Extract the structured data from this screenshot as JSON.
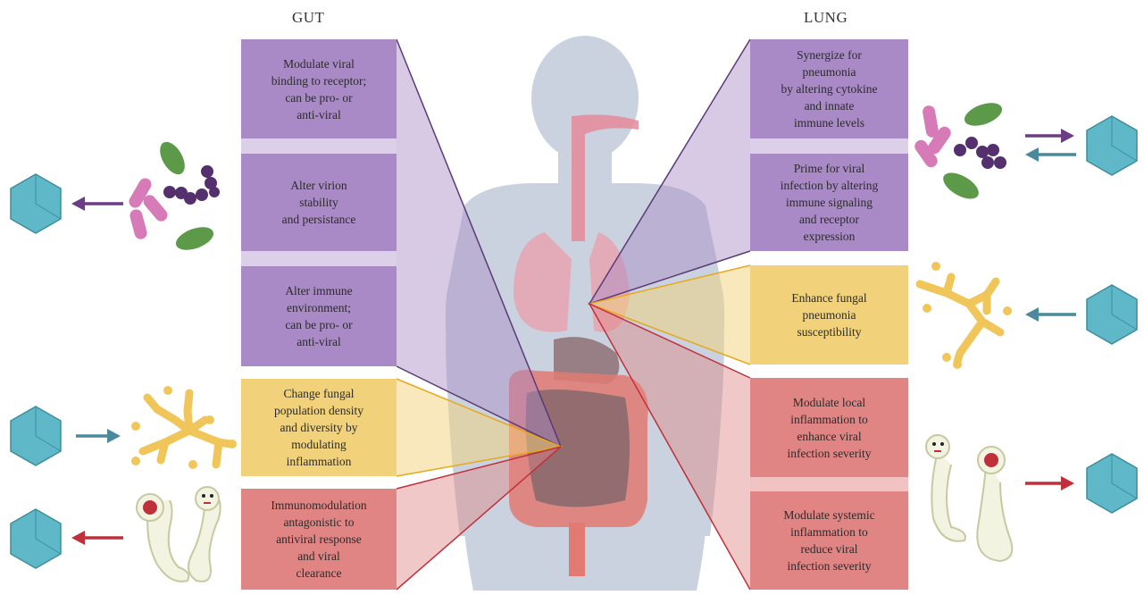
{
  "headers": {
    "gut": "GUT",
    "lung": "LUNG"
  },
  "gut_boxes": [
    {
      "text": "Modulate viral\nbinding to receptor;\ncan be pro- or\nanti-viral",
      "category": "bacteria"
    },
    {
      "text": "Alter virion\nstability\nand persistance",
      "category": "bacteria"
    },
    {
      "text": "Alter immune\nenvironment;\ncan be pro- or\nanti-viral",
      "category": "bacteria"
    },
    {
      "text": "Change fungal\npopulation density\nand diversity by\nmodulating\ninflammation",
      "category": "fungi"
    },
    {
      "text": "Immunomodulation\nantagonistic to\nantiviral response\nand viral\nclearance",
      "category": "helminth"
    }
  ],
  "lung_boxes": [
    {
      "text": "Synergize for\npneumonia\nby altering cytokine\nand innate\nimmune levels",
      "category": "bacteria"
    },
    {
      "text": "Prime for viral\ninfection by altering\nimmune signaling\nand receptor\nexpression",
      "category": "bacteria"
    },
    {
      "text": "Enhance fungal\npneumonia\nsusceptibility",
      "category": "fungi"
    },
    {
      "text": "Modulate local\ninflammation to\nenhance viral\ninfection severity",
      "category": "helminth"
    },
    {
      "text": "Modulate systemic\ninflammation to\nreduce viral\ninfection severity",
      "category": "helminth"
    }
  ],
  "colors": {
    "bacteria": "#a98ac6",
    "bacteria_line": "#5b3a78",
    "fungi": "#f1d27a",
    "fungi_line": "#e8a81c",
    "helminth": "#e18484",
    "helminth_line": "#c0303a",
    "arrow_purple": "#6a3d86",
    "arrow_teal": "#4a8a9c",
    "arrow_red": "#c0303a",
    "virus": "#5fb8c8"
  },
  "icons": [
    "virus-icon",
    "bacteria-icon",
    "fungi-icon",
    "helminth-icon",
    "body-silhouette"
  ]
}
